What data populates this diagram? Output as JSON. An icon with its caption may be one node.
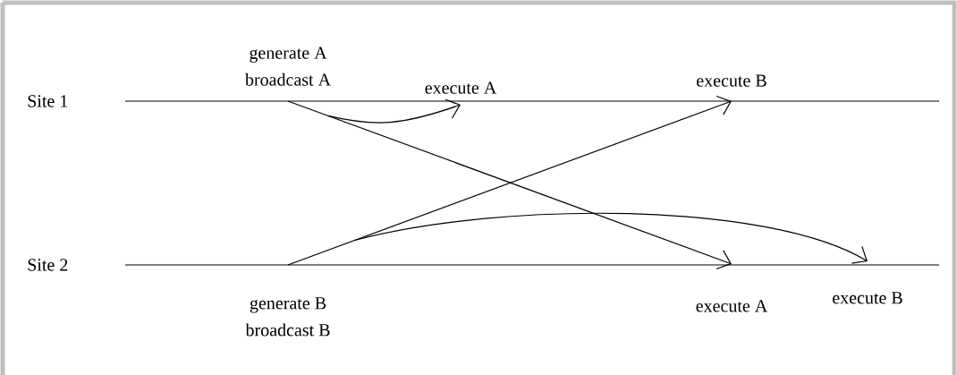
{
  "diagram": {
    "nodes": [
      {
        "text": [
          "generate A",
          "broadcast A"
        ]
      },
      {
        "text": [
          "execute A"
        ]
      },
      {
        "text": [
          "execute B"
        ]
      },
      {
        "text": [
          "generate B",
          "broadcast B"
        ]
      },
      {
        "text": [
          "execute A"
        ]
      },
      {
        "text": [
          "execute B"
        ]
      }
    ],
    "edges": [
      {
        "from": 0,
        "to": 1,
        "arrow": "to"
      },
      {
        "from": 0,
        "to": 4,
        "arrow": "to"
      },
      {
        "from": 3,
        "to": 2,
        "arrow": "to"
      },
      {
        "from": 3,
        "to": 5,
        "arrow": "to"
      }
    ],
    "labels": [
      "Site 1",
      "Site 2"
    ]
  }
}
